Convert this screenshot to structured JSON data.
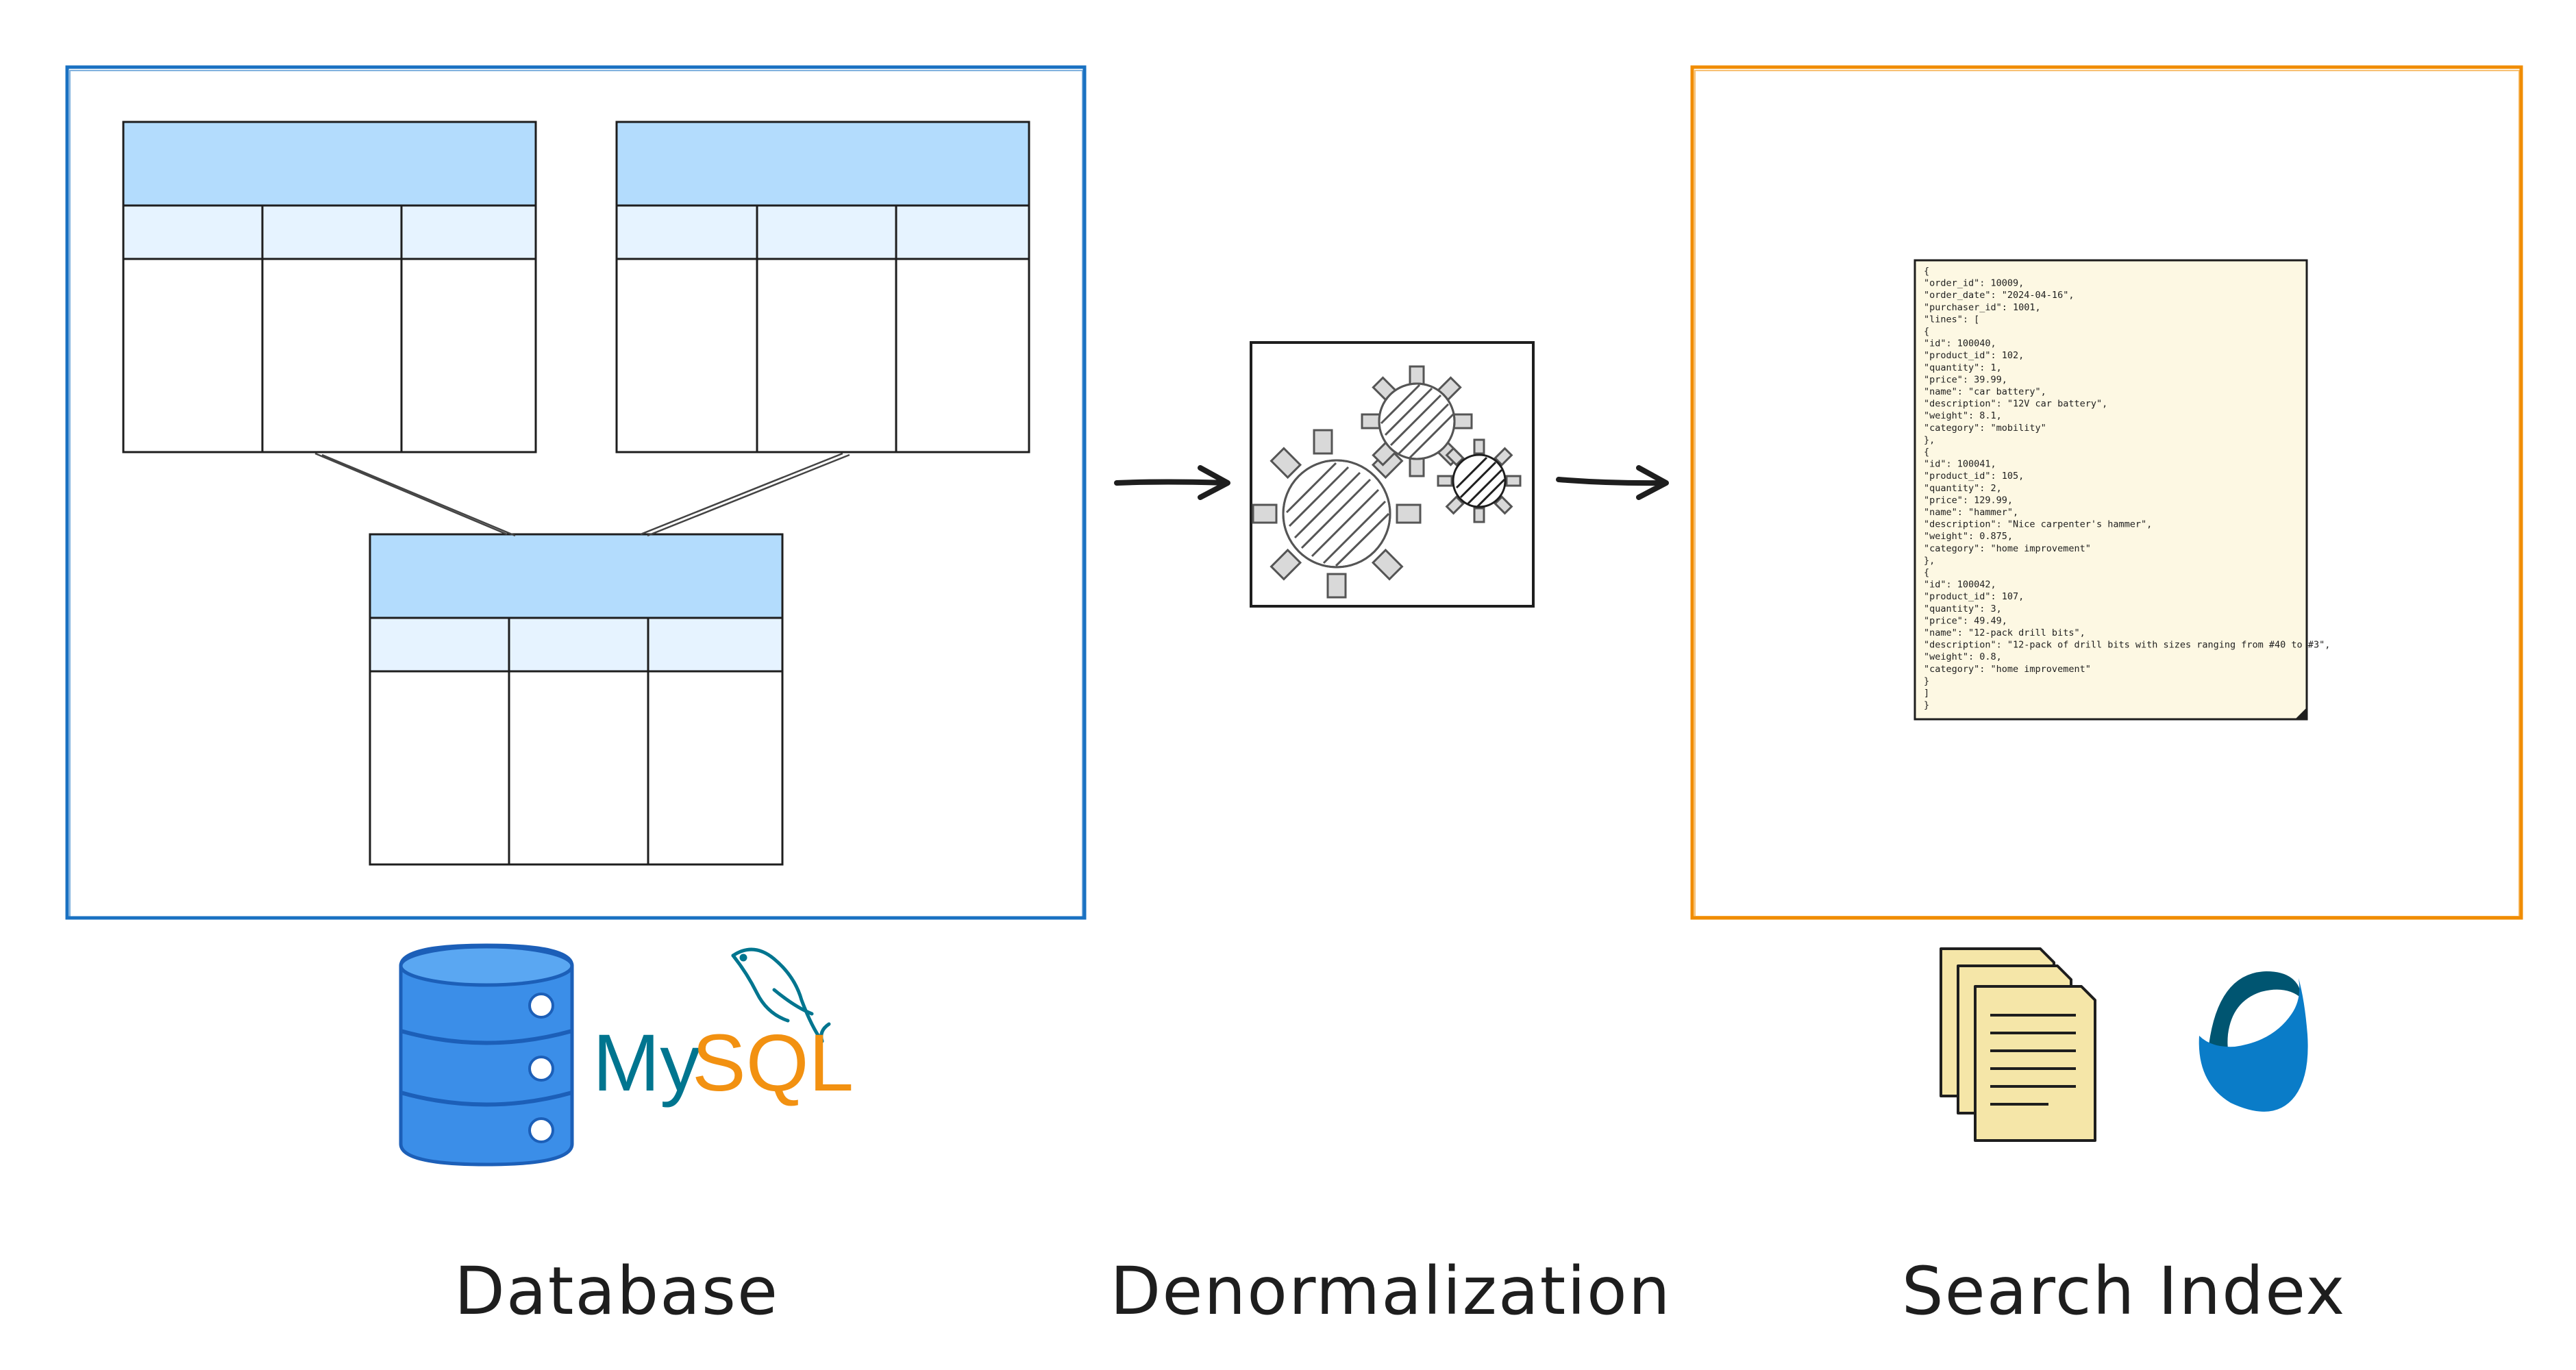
{
  "captions": {
    "database": "Database",
    "denormalization": "Denormalization",
    "search_index": "Search Index"
  },
  "logos": {
    "mysql_my": "My",
    "mysql_sql": "SQL"
  },
  "json_document": [
    "{",
    "  \"order_id\": 10009,",
    "  \"order_date\": \"2024-04-16\",",
    "  \"purchaser_id\": 1001,",
    "  \"lines\": [",
    "    {",
    "      \"id\": 100040,",
    "      \"product_id\": 102,",
    "      \"quantity\": 1,",
    "      \"price\": 39.99,",
    "      \"name\": \"car battery\",",
    "      \"description\": \"12V car battery\",",
    "      \"weight\": 8.1,",
    "      \"category\": \"mobility\"",
    "    },",
    "    {",
    "      \"id\": 100041,",
    "      \"product_id\": 105,",
    "      \"quantity\": 2,",
    "      \"price\": 129.99,",
    "      \"name\": \"hammer\",",
    "      \"description\": \"Nice carpenter's hammer\",",
    "      \"weight\": 0.875,",
    "      \"category\": \"home improvement\"",
    "    },",
    "    {",
    "      \"id\": 100042,",
    "      \"product_id\": 107,",
    "      \"quantity\": 3,",
    "      \"price\": 49.49,",
    "      \"name\": \"12-pack drill bits\",",
    "      \"description\": \"12-pack of drill bits with sizes ranging from #40 to #3\",",
    "      \"weight\": 0.8,",
    "      \"category\": \"home improvement\"",
    "    }",
    "  ]",
    "}"
  ],
  "colors": {
    "database_frame": "#1971c2",
    "search_frame": "#f08c00",
    "table_header": "#b3dcfd",
    "table_subheader": "#e6f3ff",
    "document_fill": "#fdf8e3",
    "db_icon_blue": "#3b8ee8",
    "mysql_teal": "#00758f",
    "mysql_orange": "#f29111",
    "opensearch_dark": "#005571",
    "opensearch_blue": "#0a7cc8",
    "files_fill": "#f5e6a8"
  },
  "icons": {
    "database": "database-cylinder-icon",
    "mysql": "mysql-dolphin-logo",
    "gears": "gears-icon",
    "files": "documents-stack-icon",
    "opensearch": "opensearch-logo"
  }
}
